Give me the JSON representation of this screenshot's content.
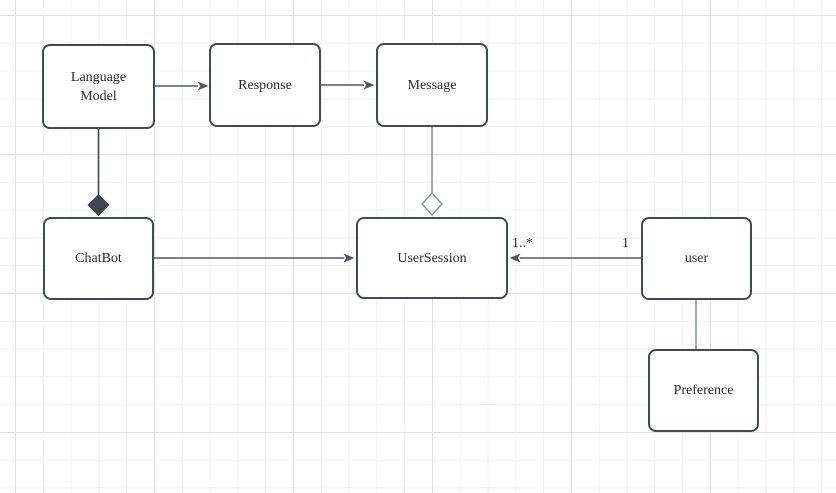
{
  "diagram": {
    "nodes": {
      "language_model": {
        "label": "Language Model"
      },
      "response": {
        "label": "Response"
      },
      "message": {
        "label": "Message"
      },
      "chatbot": {
        "label": "ChatBot"
      },
      "user_session": {
        "label": "UserSession"
      },
      "user": {
        "label": "user"
      },
      "preference": {
        "label": "Preference"
      }
    },
    "edges": {
      "language_model_to_response": {
        "type": "directed-arrow"
      },
      "response_to_message": {
        "type": "directed-arrow"
      },
      "chatbot_to_user_session": {
        "type": "directed-arrow"
      },
      "user_to_user_session": {
        "type": "directed-arrow"
      },
      "language_model_chatbot_composition": {
        "type": "composition-filled-diamond"
      },
      "message_user_session_aggregation": {
        "type": "aggregation-hollow-diamond"
      },
      "user_to_preference": {
        "type": "association-line"
      }
    },
    "edge_labels": {
      "user_session_multiplicity": "1..*",
      "user_multiplicity": "1"
    },
    "colors": {
      "node_border": "#434a54",
      "connector": "#505862",
      "association": "#8d949c",
      "composition_diamond": "#3f4651",
      "text_color": "#2a2a2a",
      "grid_minor": "#f2f2f2",
      "grid_major": "#e2e2e2",
      "canvas_bg": "#ffffff"
    }
  }
}
